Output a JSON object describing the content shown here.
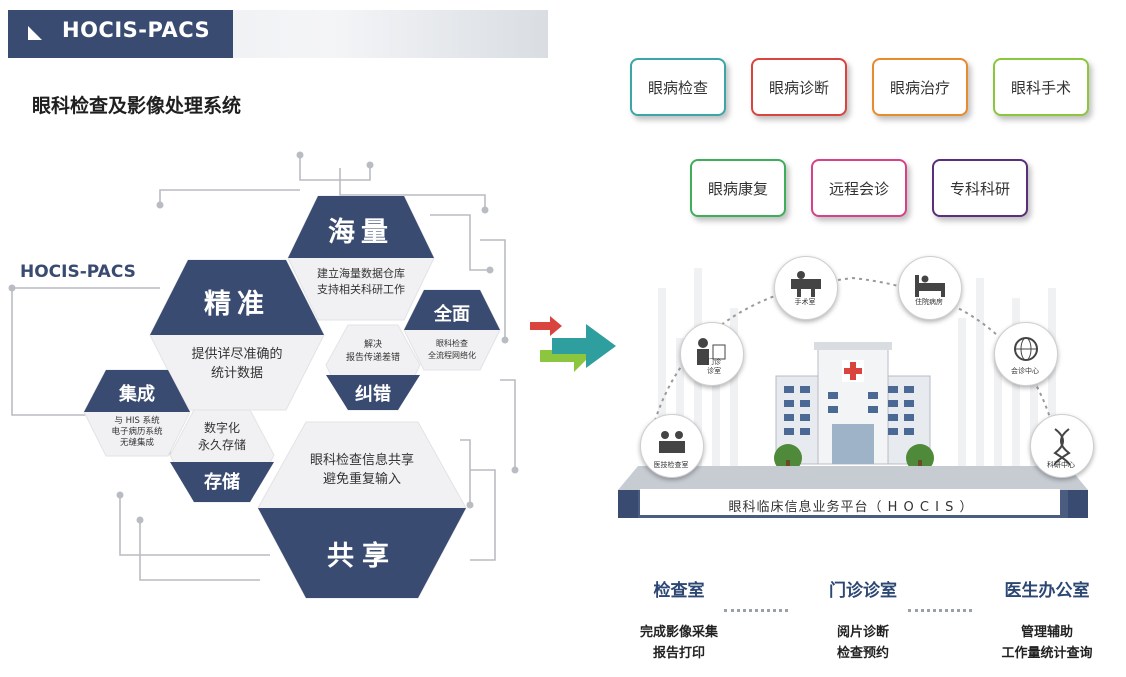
{
  "header": {
    "title": "HOCIS-PACS",
    "subtitle": "眼科检查及影像处理系统"
  },
  "left": {
    "brand": "HOCIS-PACS",
    "hexes": {
      "massive": {
        "title": "海量",
        "line1": "建立海量数据仓库",
        "line2": "支持相关科研工作"
      },
      "accurate": {
        "title": "精准",
        "line1": "提供详尽准确的",
        "line2": "统计数据"
      },
      "complete": {
        "title": "全面",
        "line1": "眼科检查",
        "line2": "全流程网络化"
      },
      "correct": {
        "title": "纠错",
        "line1": "解决",
        "line2": "报告传递差错"
      },
      "integrate": {
        "title": "集成",
        "line1": "与 HIS 系统",
        "line2": "电子病历系统",
        "line3": "无缝集成"
      },
      "storage": {
        "title": "存储",
        "line1": "数字化",
        "line2": "永久存储"
      },
      "share": {
        "title": "共享",
        "line1": "眼科检查信息共享",
        "line2": "避免重复输入"
      }
    }
  },
  "right": {
    "services_row1": [
      "眼病检查",
      "眼病诊断",
      "眼病治疗",
      "眼科手术"
    ],
    "services_row2": [
      "眼病康复",
      "远程会诊",
      "专科科研"
    ],
    "service_colors": [
      "#3aa6a6",
      "#d9453e",
      "#e88a2e",
      "#8cc63f",
      "#3fae5a",
      "#d6428a",
      "#5a2f7a"
    ],
    "nodes": {
      "exam": "医技检查室",
      "outpatient_line1": "门诊",
      "outpatient_line2": "诊室",
      "surgery": "手术室",
      "ward": "住院病房",
      "conference": "会诊中心",
      "research": "科研中心"
    },
    "platform": "眼科临床信息业务平台（ H O C I S ）",
    "rooms": [
      {
        "title": "检查室",
        "line1": "完成影像采集",
        "line2": "报告打印"
      },
      {
        "title": "门诊诊室",
        "line1": "阅片诊断",
        "line2": "检查预约"
      },
      {
        "title": "医生办公室",
        "line1": "管理辅助",
        "line2": "工作量统计查询"
      }
    ]
  }
}
